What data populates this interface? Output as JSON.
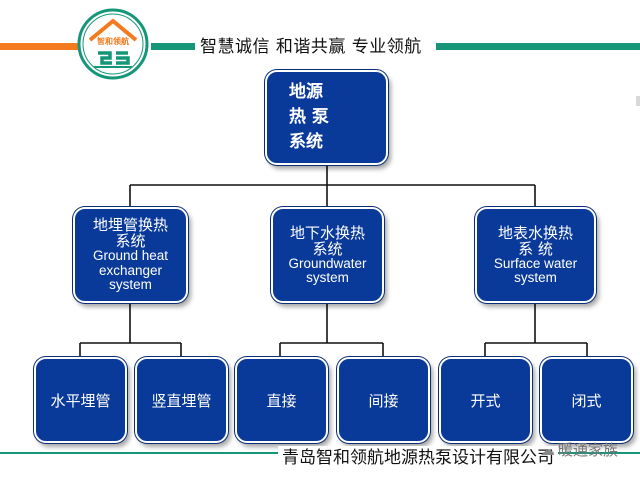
{
  "header": {
    "logo_text": "智和领航",
    "slogan": "智慧诚信 和谐共赢 专业领航"
  },
  "root": {
    "lines": [
      "地源",
      "热 泵",
      "系统"
    ]
  },
  "branches": [
    {
      "cn_lines": [
        "地埋管换热",
        "系统"
      ],
      "en_lines": [
        "Ground heat",
        "exchanger",
        "system"
      ],
      "children": [
        "水平埋管",
        "竖直埋管"
      ]
    },
    {
      "cn_lines": [
        "地下水换热",
        "系统"
      ],
      "en_lines": [
        "Groundwater",
        "system"
      ],
      "children": [
        "直接",
        "间接"
      ]
    },
    {
      "cn_lines": [
        "地表水换热",
        "系 统"
      ],
      "en_lines": [
        "Surface water",
        "system"
      ],
      "children": [
        "开式",
        "闭式"
      ]
    }
  ],
  "footer": {
    "company": "青岛智和领航地源热泵设计有限公司",
    "watermark": "暖通家族"
  },
  "colors": {
    "node_fill": "#0a3a99",
    "accent_orange": "#f47a20",
    "accent_green": "#169679"
  }
}
